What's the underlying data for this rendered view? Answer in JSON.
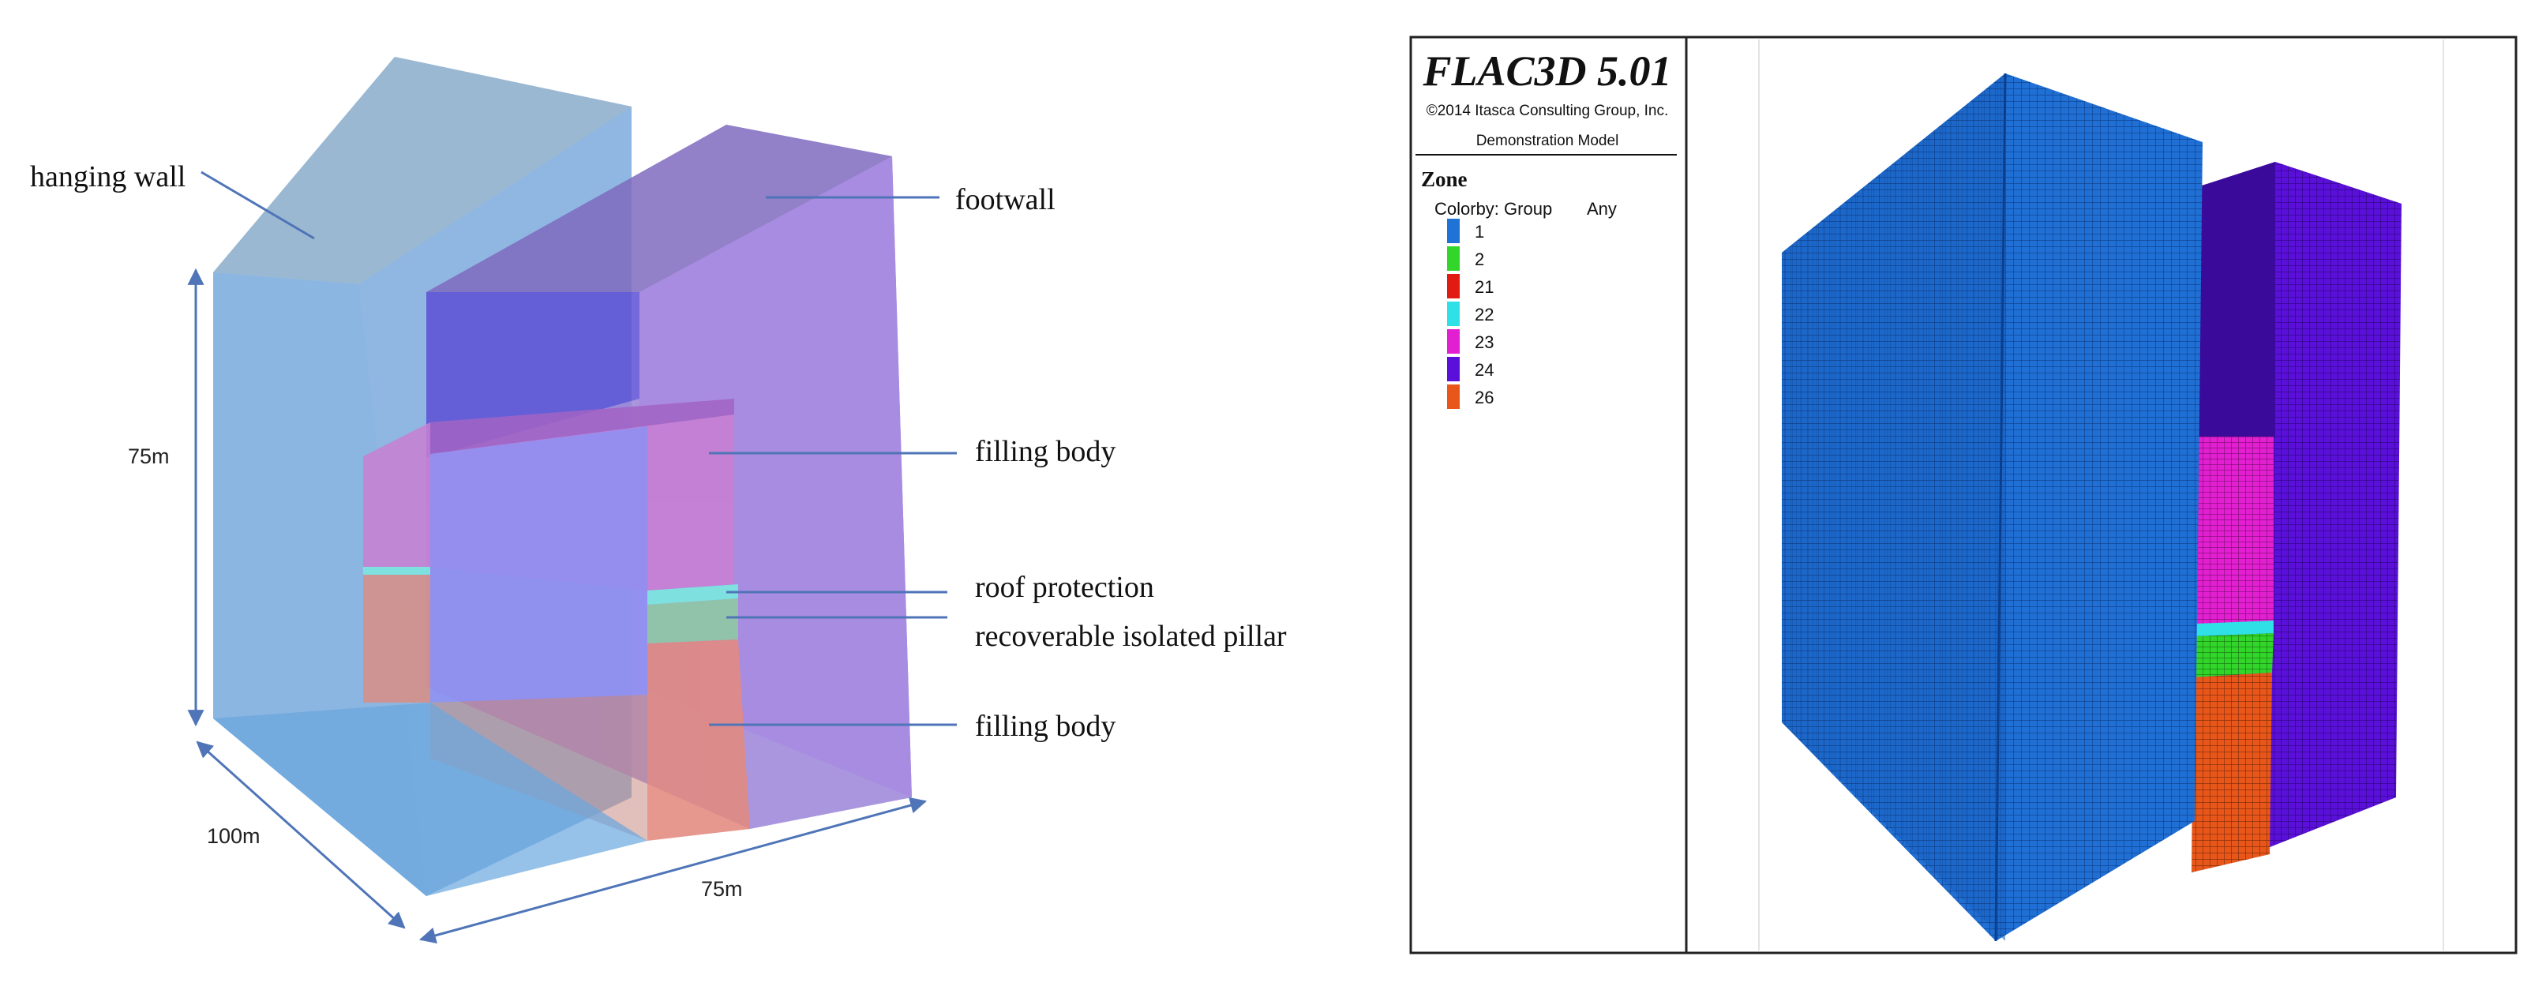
{
  "left_figure": {
    "labels": {
      "hanging_wall": "hanging wall",
      "footwall": "footwall",
      "filling_body_upper": "filling body",
      "roof_protection": "roof protection",
      "recoverable_pillar": "recoverable isolated pillar",
      "filling_body_lower": "filling body"
    },
    "dimensions": {
      "height": "75m",
      "depth": "100m",
      "width": "75m"
    },
    "colors": {
      "hanging_wall": "#6fa6dc",
      "footwall": "#9a79dc",
      "filling_body": "#c97fd2",
      "roof_protection": "#7fe0e0",
      "pillar": "#8fc6a8",
      "lower_fill": "#e38a80",
      "leader": "#4f75b8"
    }
  },
  "right_figure": {
    "title": "FLAC3D 5.01",
    "copyright": "©2014 Itasca Consulting Group, Inc.",
    "model": "Demonstration Model",
    "zone_heading": "Zone",
    "colorby_label": "Colorby: Group",
    "colorby_value": "Any",
    "legend": [
      {
        "label": "1",
        "color": "#1f72d6"
      },
      {
        "label": "2",
        "color": "#32d62a"
      },
      {
        "label": "21",
        "color": "#e11a12"
      },
      {
        "label": "22",
        "color": "#2fe0e6"
      },
      {
        "label": "23",
        "color": "#e21fd1"
      },
      {
        "label": "24",
        "color": "#5a10d8"
      },
      {
        "label": "26",
        "color": "#e8561a"
      }
    ]
  }
}
